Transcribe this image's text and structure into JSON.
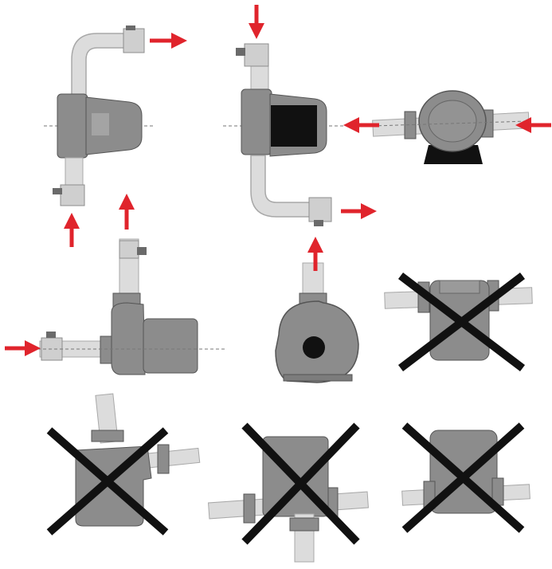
{
  "colors": {
    "arrow": "#e0242c",
    "pump_body": "#8c8c8c",
    "pump_dark": "#6a6a6a",
    "pipe": "#dcdcdc",
    "pipe_edge": "#a8a8a8",
    "cross": "#111111",
    "axis": "#777777",
    "panel": "#111111"
  },
  "panels": [
    {
      "name": "vertical-pipe-pump-top-left",
      "status": "allowed",
      "icon": "pump-icon"
    },
    {
      "name": "vertical-pipe-pump-top-middle",
      "status": "allowed",
      "icon": "pump-icon"
    },
    {
      "name": "horizontal-pipe-front-view",
      "status": "allowed",
      "icon": "pump-icon"
    },
    {
      "name": "horizontal-inlet-pump",
      "status": "allowed",
      "icon": "pump-icon"
    },
    {
      "name": "volute-front-view",
      "status": "allowed",
      "icon": "pump-icon"
    },
    {
      "name": "motor-upright-horizontal-pipe",
      "status": "forbidden",
      "icon": "forbidden-cross-icon"
    },
    {
      "name": "motor-down-vertical-pipe",
      "status": "forbidden",
      "icon": "forbidden-cross-icon"
    },
    {
      "name": "motor-down-horizontal-pipe",
      "status": "forbidden",
      "icon": "forbidden-cross-icon"
    },
    {
      "name": "motor-upright-small",
      "status": "forbidden",
      "icon": "forbidden-cross-icon"
    }
  ]
}
